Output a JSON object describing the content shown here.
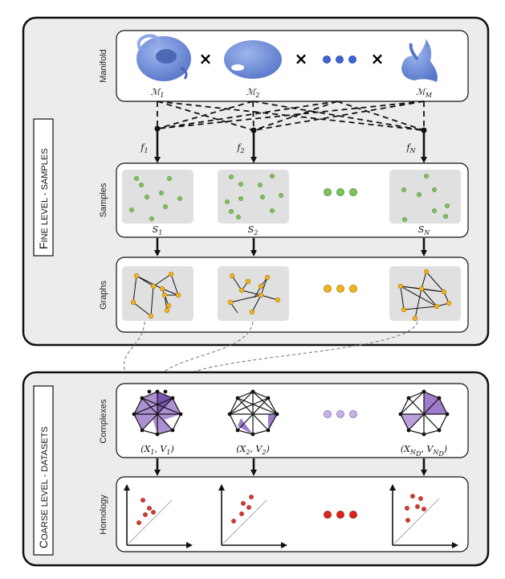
{
  "fine_panel": {
    "title_part1_initial": "F",
    "title_part1_rest": "INE LEVEL",
    "title_dash": " - ",
    "title_part2": "SAMPLES"
  },
  "coarse_panel": {
    "title_part1_initial": "C",
    "title_part1_rest": "OARSE LEVEL",
    "title_dash": " - ",
    "title_part2": "DATASETS"
  },
  "rows": {
    "manifold": "Manifold",
    "samples": "Samples",
    "graphs": "Graphs",
    "complexes": "Complexes",
    "homology": "Homology"
  },
  "manifold_labels": [
    {
      "base": "ℳ",
      "sub": "1"
    },
    {
      "base": "ℳ",
      "sub": "2"
    },
    {
      "base": "ℳ",
      "sub": "M"
    }
  ],
  "operator_symbol": "×",
  "function_labels": [
    {
      "base": "f",
      "sub": "1"
    },
    {
      "base": "f",
      "sub": "2"
    },
    {
      "base": "f",
      "sub": "N"
    }
  ],
  "sample_labels": [
    {
      "base": "S",
      "sub": "1"
    },
    {
      "base": "S",
      "sub": "2"
    },
    {
      "base": "S",
      "sub": "N"
    }
  ],
  "complex_labels": [
    {
      "open": "(X",
      "sub1": "1",
      "mid": ", V",
      "sub2": "1",
      "close": ")"
    },
    {
      "open": "(X",
      "sub1": "2",
      "mid": ", V",
      "sub2": "2",
      "close": ")"
    },
    {
      "open": "(X",
      "sub1": "N",
      "sub1b": "D",
      "mid": ", V",
      "sub2": "N",
      "sub2b": "D",
      "close": ")"
    }
  ],
  "colors": {
    "manifold_blue": "#6f8fd6",
    "sample_green": "#7cc35a",
    "graph_yellow": "#f2b51a",
    "complex_purple": "#9d7cc9",
    "homology_red": "#d93a2b",
    "panel_fill": "#ececec",
    "tile_fill": "#e0e0e0"
  }
}
